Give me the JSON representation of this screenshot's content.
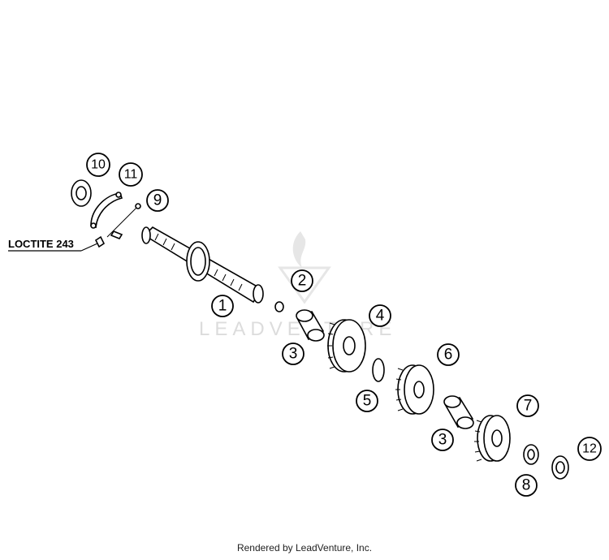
{
  "watermark": "LEADVENTURE",
  "loctite_label": "LOCTITE 243",
  "callouts": [
    "1",
    "2",
    "3",
    "4",
    "5",
    "6",
    "7",
    "8",
    "9",
    "10",
    "11",
    "12"
  ],
  "callout_3_repeat": "3",
  "footer": "Rendered by LeadVenture, Inc."
}
